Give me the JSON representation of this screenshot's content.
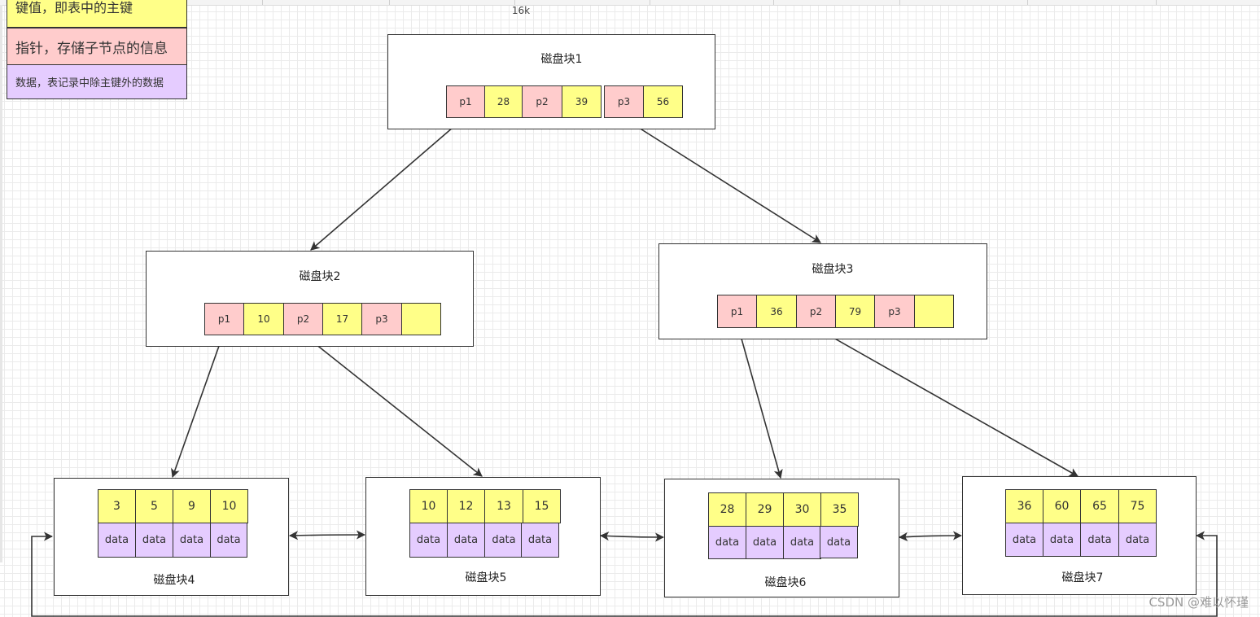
{
  "header": {
    "size_label": "16k"
  },
  "legend": {
    "key": "键值，即表中的主键",
    "pointer": "指针，存储子节点的信息",
    "data": "数据，表记录中除主键外的数据"
  },
  "colors": {
    "key": "#ffff88",
    "pointer": "#ffcccc",
    "data": "#e5ccff",
    "border": "#333333"
  },
  "blocks": {
    "b1": {
      "title": "磁盘块1",
      "cells": [
        "p1",
        "28",
        "p2",
        "39",
        "p3",
        "56"
      ]
    },
    "b2": {
      "title": "磁盘块2",
      "cells": [
        "p1",
        "10",
        "p2",
        "17",
        "p3",
        ""
      ]
    },
    "b3": {
      "title": "磁盘块3",
      "cells": [
        "p1",
        "36",
        "p2",
        "79",
        "p3",
        ""
      ]
    },
    "b4": {
      "title": "磁盘块4",
      "keys": [
        "3",
        "5",
        "9",
        "10"
      ],
      "data": [
        "data",
        "data",
        "data",
        "data"
      ]
    },
    "b5": {
      "title": "磁盘块5",
      "keys": [
        "10",
        "12",
        "13",
        "15"
      ],
      "data": [
        "data",
        "data",
        "data",
        "data"
      ]
    },
    "b6": {
      "title": "磁盘块6",
      "keys": [
        "28",
        "29",
        "30",
        "35"
      ],
      "data": [
        "data",
        "data",
        "data",
        "data"
      ]
    },
    "b7": {
      "title": "磁盘块7",
      "keys": [
        "36",
        "60",
        "65",
        "75"
      ],
      "data": [
        "data",
        "data",
        "data",
        "data"
      ]
    }
  },
  "edges": [
    {
      "from": "b1.p1",
      "to": "b2"
    },
    {
      "from": "b1.p3",
      "to": "b3"
    },
    {
      "from": "b2.p1",
      "to": "b4"
    },
    {
      "from": "b2.p2",
      "to": "b5"
    },
    {
      "from": "b3.p1",
      "to": "b6"
    },
    {
      "from": "b3.p2",
      "to": "b7"
    },
    {
      "from": "b4",
      "to": "b5",
      "bidirectional": true
    },
    {
      "from": "b5",
      "to": "b6",
      "bidirectional": true
    },
    {
      "from": "b6",
      "to": "b7",
      "bidirectional": true
    },
    {
      "from": "b7",
      "to": "b4",
      "loop": true
    }
  ],
  "watermark": "CSDN @难以怀瑾"
}
